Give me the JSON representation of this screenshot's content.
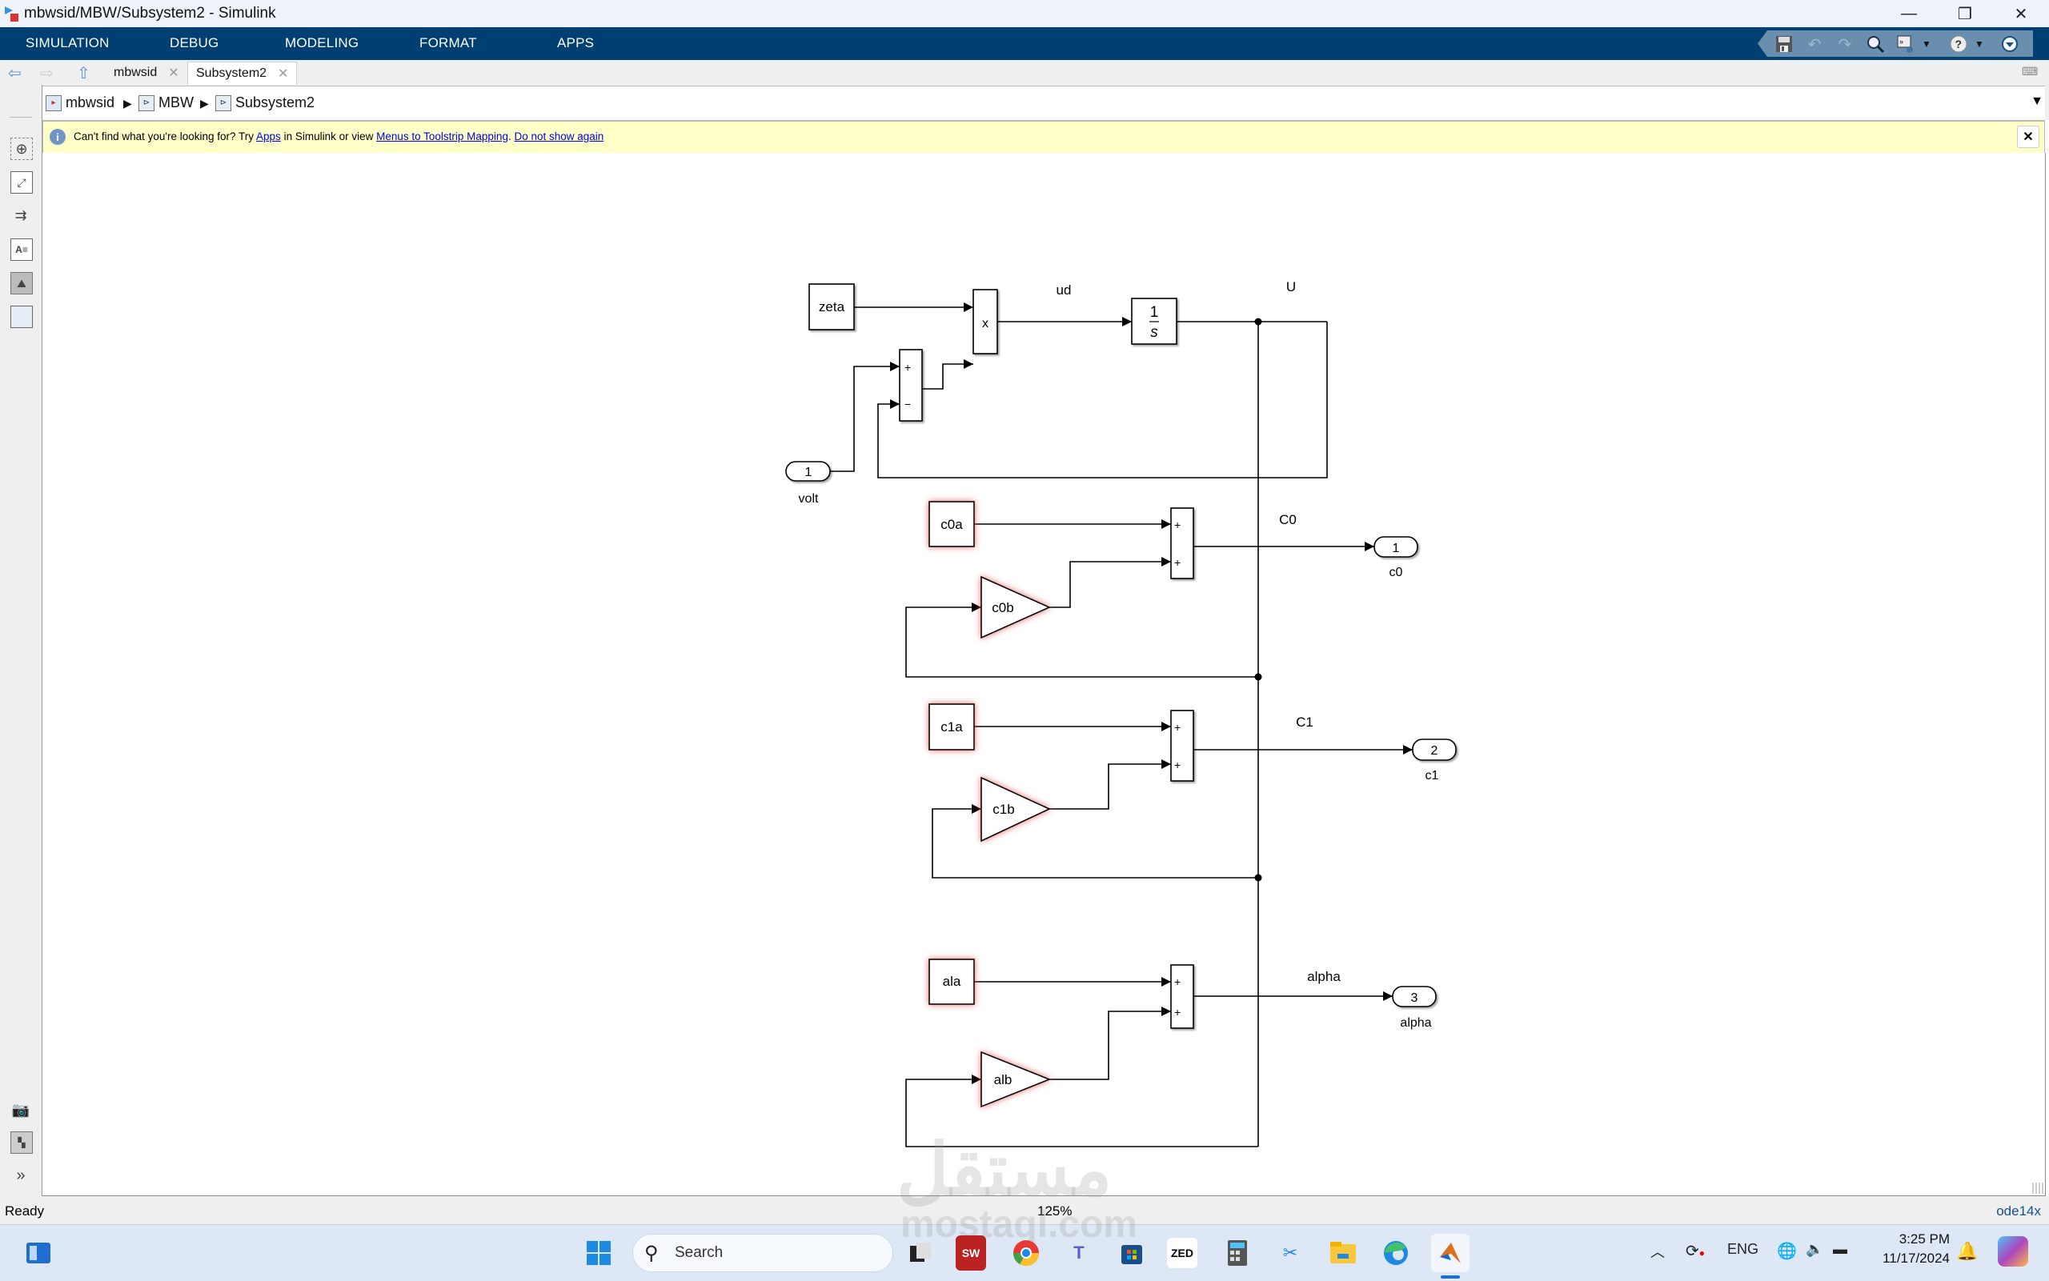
{
  "window": {
    "title": "mbwsid/MBW/Subsystem2 - Simulink",
    "minimize_label": "—",
    "restore_label": "❐",
    "close_label": "✕"
  },
  "menu": {
    "items": [
      {
        "label": "SIMULATION"
      },
      {
        "label": "DEBUG"
      },
      {
        "label": "MODELING"
      },
      {
        "label": "FORMAT"
      },
      {
        "label": "APPS"
      }
    ],
    "quick_access": [
      {
        "icon": "save-icon",
        "glyph": "💾"
      },
      {
        "icon": "undo-icon",
        "glyph": "↶"
      },
      {
        "icon": "redo-icon",
        "glyph": "↷"
      },
      {
        "icon": "search-icon",
        "glyph": "🔍"
      },
      {
        "icon": "shortcuts-icon",
        "glyph": "⏩"
      },
      {
        "icon": "help-icon",
        "glyph": "?"
      },
      {
        "icon": "expand-toolstrip-icon",
        "glyph": "▼"
      }
    ]
  },
  "tabs": [
    {
      "label": "mbwsid",
      "active": false
    },
    {
      "label": "Subsystem2",
      "active": true
    }
  ],
  "breadcrumb": [
    {
      "label": "mbwsid"
    },
    {
      "label": "MBW"
    },
    {
      "label": "Subsystem2"
    }
  ],
  "infobar": {
    "prefix": "Can't find what you're looking for? Try ",
    "link_apps": "Apps",
    "middle": " in Simulink or view ",
    "link_mapping": "Menus to Toolstrip Mapping",
    "sep": ". ",
    "link_dismiss": "Do not show again"
  },
  "left_toolbar": [
    {
      "icon": "hide-browser-icon"
    },
    {
      "icon": "zoom-area-icon"
    },
    {
      "icon": "fit-to-view-icon"
    },
    {
      "icon": "route-lines-icon"
    },
    {
      "icon": "annotation-icon"
    },
    {
      "icon": "image-icon"
    },
    {
      "icon": "area-icon"
    },
    {
      "icon": "screenshot-icon"
    },
    {
      "icon": "property-inspector-icon"
    },
    {
      "icon": "expand-icon"
    }
  ],
  "diagram": {
    "blocks": {
      "zeta": "zeta",
      "product": "x",
      "sum_plus": "+",
      "sum_minus": "−",
      "integrator_num": "1",
      "integrator_den": "s",
      "inport_num": "1",
      "inport_name": "volt",
      "c0a": "c0a",
      "c0b": "c0b",
      "c1a": "c1a",
      "c1b": "c1b",
      "ala": "ala",
      "alb": "alb",
      "out1_num": "1",
      "out1_name": "c0",
      "out2_num": "2",
      "out2_name": "c1",
      "out3_num": "3",
      "out3_name": "alpha",
      "plus": "+"
    },
    "signals": {
      "ud": "ud",
      "U": "U",
      "C0": "C0",
      "C1": "C1",
      "alpha": "alpha"
    },
    "highlight_color": "#e05050"
  },
  "status": {
    "ready": "Ready",
    "zoom": "125%",
    "solver": "ode14x"
  },
  "taskbar": {
    "search_placeholder": "Search",
    "lang": "ENG",
    "time": "3:25 PM",
    "date": "11/17/2024",
    "apps": [
      {
        "name": "start",
        "glyph": "⊞"
      },
      {
        "name": "task-view",
        "glyph": "▣"
      },
      {
        "name": "solidworks-2023",
        "glyph": "SW"
      },
      {
        "name": "chrome",
        "glyph": "◉"
      },
      {
        "name": "teams",
        "glyph": "T"
      },
      {
        "name": "microsoft-store",
        "glyph": "▦"
      },
      {
        "name": "zed",
        "glyph": "ZED"
      },
      {
        "name": "calculator",
        "glyph": "▤"
      },
      {
        "name": "snipping-tool",
        "glyph": "✂"
      },
      {
        "name": "file-explorer",
        "glyph": "📁"
      },
      {
        "name": "edge",
        "glyph": "e"
      },
      {
        "name": "matlab",
        "glyph": "▲"
      }
    ]
  },
  "watermark": {
    "arabic": "مستقل",
    "latin": "mostaql.com"
  }
}
